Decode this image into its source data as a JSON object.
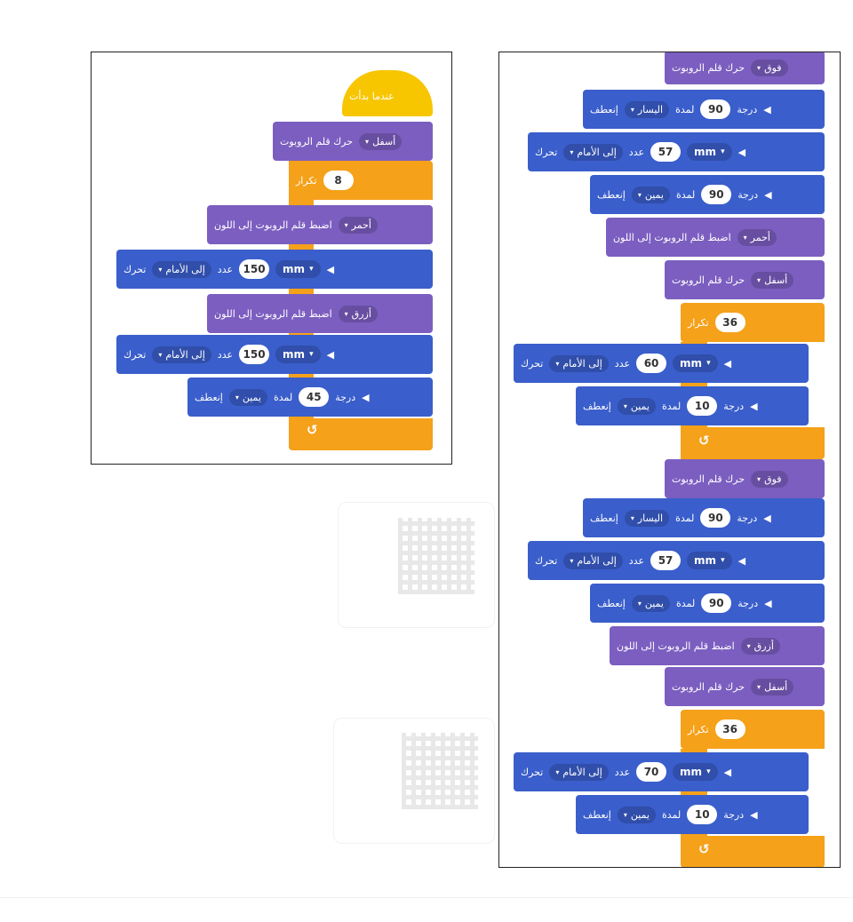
{
  "blocks": {
    "when_started": "عندما بدأت",
    "pen_move": "حرك قلم الروبوت",
    "pen_set_color": "اضبط قلم الروبوت إلى اللون",
    "move": "تحرك",
    "turn": "إنعطف",
    "repeat": "تكرار",
    "count_word": "عدد",
    "duration_word": "لمدة",
    "degree_word": "درجة"
  },
  "options": {
    "down": "أسفل",
    "up": "فوق",
    "red": "أحمر",
    "blue": "أزرق",
    "forward": "إلى الأمام",
    "left": "اليسار",
    "right": "يمين",
    "unit_mm": "mm"
  },
  "values": {
    "repeat_outer": "8",
    "fwd_150": "150",
    "turn_45": "45",
    "turn_90": "90",
    "fwd_57": "57",
    "repeat_36": "36",
    "fwd_60": "60",
    "turn_10": "10",
    "fwd_70": "70"
  },
  "icons": {
    "dropdown": "▾",
    "arrow_left": "◀",
    "loop_return": "↺"
  },
  "colors": {
    "hat_yellow": "#f7c600",
    "control_orange": "#f5a11a",
    "pen_purple": "#7c5ec0",
    "motion_blue": "#3a5ecb"
  }
}
